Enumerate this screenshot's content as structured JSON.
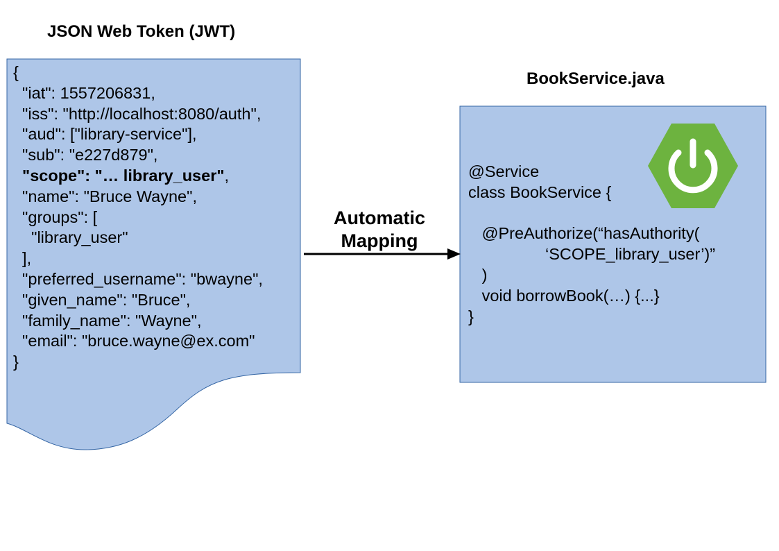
{
  "jwt": {
    "title": "JSON Web Token (JWT)",
    "lines": [
      {
        "text": "{",
        "bold": false
      },
      {
        "text": "  \"iat\": 1557206831,",
        "bold": false
      },
      {
        "text": "  \"iss\": \"http://localhost:8080/auth\",",
        "bold": false
      },
      {
        "text": "  \"aud\": [\"library-service\"],",
        "bold": false
      },
      {
        "text": "  \"sub\": \"e227d879\",",
        "bold": false
      },
      {
        "text": "  \"scope\": \"… library_user\"",
        "bold": true,
        "suffix": ","
      },
      {
        "text": "  \"name\": \"Bruce Wayne\",",
        "bold": false
      },
      {
        "text": "  \"groups\": [",
        "bold": false
      },
      {
        "text": "    \"library_user\"",
        "bold": false
      },
      {
        "text": "  ],",
        "bold": false
      },
      {
        "text": "  \"preferred_username\": \"bwayne\",",
        "bold": false
      },
      {
        "text": "  \"given_name\": \"Bruce\",",
        "bold": false
      },
      {
        "text": "  \"family_name\": \"Wayne\",",
        "bold": false
      },
      {
        "text": "  \"email\": \"bruce.wayne@ex.com\"",
        "bold": false
      },
      {
        "text": "}",
        "bold": false
      }
    ]
  },
  "arrow": {
    "label_line1": "Automatic",
    "label_line2": "Mapping"
  },
  "service": {
    "title": "BookService.java",
    "lines": [
      "@Service",
      "class BookService {",
      "",
      "   @PreAuthorize(“hasAuthority(",
      "                 ‘SCOPE_library_user’)”",
      "   )",
      "   void borrowBook(…) {...}",
      "}"
    ]
  },
  "colors": {
    "box_fill": "#aec6e8",
    "box_stroke": "#3465a4",
    "logo_green": "#6db33f",
    "logo_white": "#ffffff"
  },
  "icons": {
    "logo": "spring-power-logo-icon",
    "arrow": "right-arrow-icon"
  }
}
